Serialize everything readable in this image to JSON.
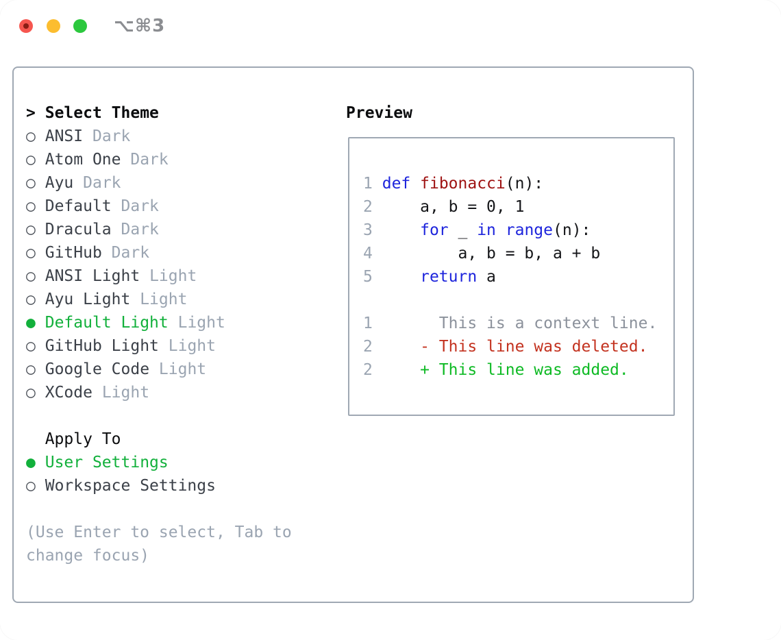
{
  "window": {
    "title": "⌥⌘3",
    "traffic_lights": [
      "close",
      "minimize",
      "zoom"
    ]
  },
  "markers": {
    "selected": "●",
    "unselected": "○"
  },
  "theme_list": {
    "cursor": ">",
    "header": "Select Theme",
    "items": [
      {
        "name": "ANSI",
        "variant": "Dark",
        "selected": false
      },
      {
        "name": "Atom One",
        "variant": "Dark",
        "selected": false
      },
      {
        "name": "Ayu",
        "variant": "Dark",
        "selected": false
      },
      {
        "name": "Default",
        "variant": "Dark",
        "selected": false
      },
      {
        "name": "Dracula",
        "variant": "Dark",
        "selected": false
      },
      {
        "name": "GitHub",
        "variant": "Dark",
        "selected": false
      },
      {
        "name": "ANSI Light",
        "variant": "Light",
        "selected": false
      },
      {
        "name": "Ayu Light",
        "variant": "Light",
        "selected": false
      },
      {
        "name": "Default Light",
        "variant": "Light",
        "selected": true
      },
      {
        "name": "GitHub Light",
        "variant": "Light",
        "selected": false
      },
      {
        "name": "Google Code",
        "variant": "Light",
        "selected": false
      },
      {
        "name": "XCode",
        "variant": "Light",
        "selected": false
      }
    ]
  },
  "apply_to": {
    "header": "Apply To",
    "options": [
      {
        "label": "User Settings",
        "selected": true
      },
      {
        "label": "Workspace Settings",
        "selected": false
      }
    ]
  },
  "hint_lines": [
    "(Use Enter to select, Tab to",
    "change focus)"
  ],
  "preview": {
    "header": "Preview",
    "lines": [
      {
        "num": "1",
        "tokens": [
          [
            "kw",
            "def"
          ],
          [
            "pl",
            " "
          ],
          [
            "fn",
            "fibonacci"
          ],
          [
            "pl",
            "(n):"
          ]
        ]
      },
      {
        "num": "2",
        "tokens": [
          [
            "pl",
            "    a, b = 0, 1"
          ]
        ]
      },
      {
        "num": "3",
        "tokens": [
          [
            "pl",
            "    "
          ],
          [
            "kw",
            "for"
          ],
          [
            "pl",
            " _ "
          ],
          [
            "kw",
            "in"
          ],
          [
            "pl",
            " "
          ],
          [
            "kw",
            "range"
          ],
          [
            "pl",
            "(n):"
          ]
        ]
      },
      {
        "num": "4",
        "tokens": [
          [
            "pl",
            "        a, b = b, a + b"
          ]
        ]
      },
      {
        "num": "5",
        "tokens": [
          [
            "pl",
            "    "
          ],
          [
            "kw",
            "return"
          ],
          [
            "pl",
            " a"
          ]
        ]
      },
      {
        "num": "",
        "tokens": []
      },
      {
        "num": "1",
        "tokens": [
          [
            "ctx",
            "      This is a context line."
          ]
        ]
      },
      {
        "num": "2",
        "tokens": [
          [
            "pl",
            "    "
          ],
          [
            "del",
            "- This line was deleted."
          ]
        ]
      },
      {
        "num": "2",
        "tokens": [
          [
            "pl",
            "    "
          ],
          [
            "add",
            "+ This line was added."
          ]
        ]
      }
    ]
  },
  "colors": {
    "selection_green": "#12b03b",
    "added_green": "#0eba24",
    "deleted_red": "#c3321f",
    "keyword_blue": "#1d24dc",
    "function_red": "#9e1212",
    "muted_gray": "#9aa4b1",
    "panel_border": "#9fa8b3",
    "traffic_red": "#f6564f",
    "traffic_yellow": "#fcbd2f",
    "traffic_green": "#2cc83e"
  }
}
